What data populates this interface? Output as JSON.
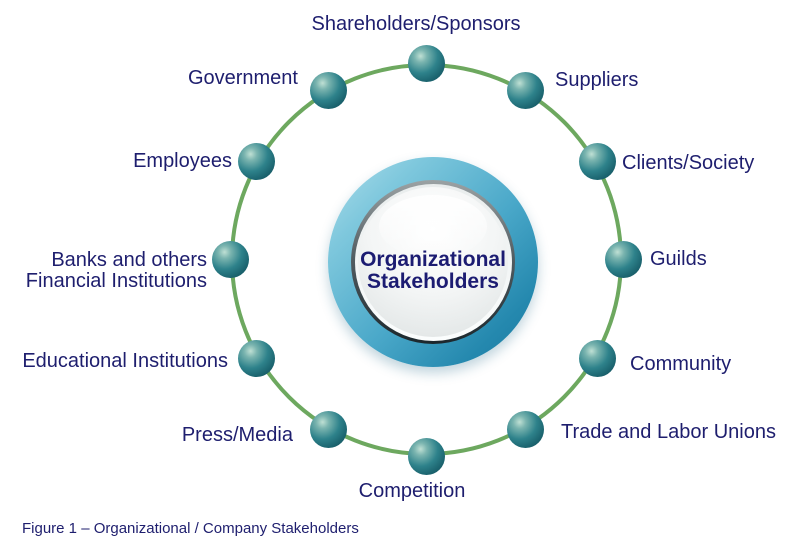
{
  "figure": {
    "center_label": "Organizational\nStakeholders",
    "caption": "Figure 1 – Organizational / Company Stakeholders",
    "stakeholders": [
      {
        "label": "Shareholders/Sponsors"
      },
      {
        "label": "Suppliers"
      },
      {
        "label": "Clients/Society"
      },
      {
        "label": "Guilds"
      },
      {
        "label": "Community"
      },
      {
        "label": "Trade and Labor Unions"
      },
      {
        "label": "Competition"
      },
      {
        "label": "Press/Media"
      },
      {
        "label": "Educational Institutions"
      },
      {
        "label": "Banks and others\nFinancial Institutions"
      },
      {
        "label": "Employees"
      },
      {
        "label": "Government"
      }
    ],
    "colors": {
      "ring_green": "#6da85f",
      "node_teal": "#1c6570",
      "label_navy": "#1e1e6e",
      "button_blue": "#3c9fc2",
      "button_face": "#f3f5f5"
    }
  }
}
